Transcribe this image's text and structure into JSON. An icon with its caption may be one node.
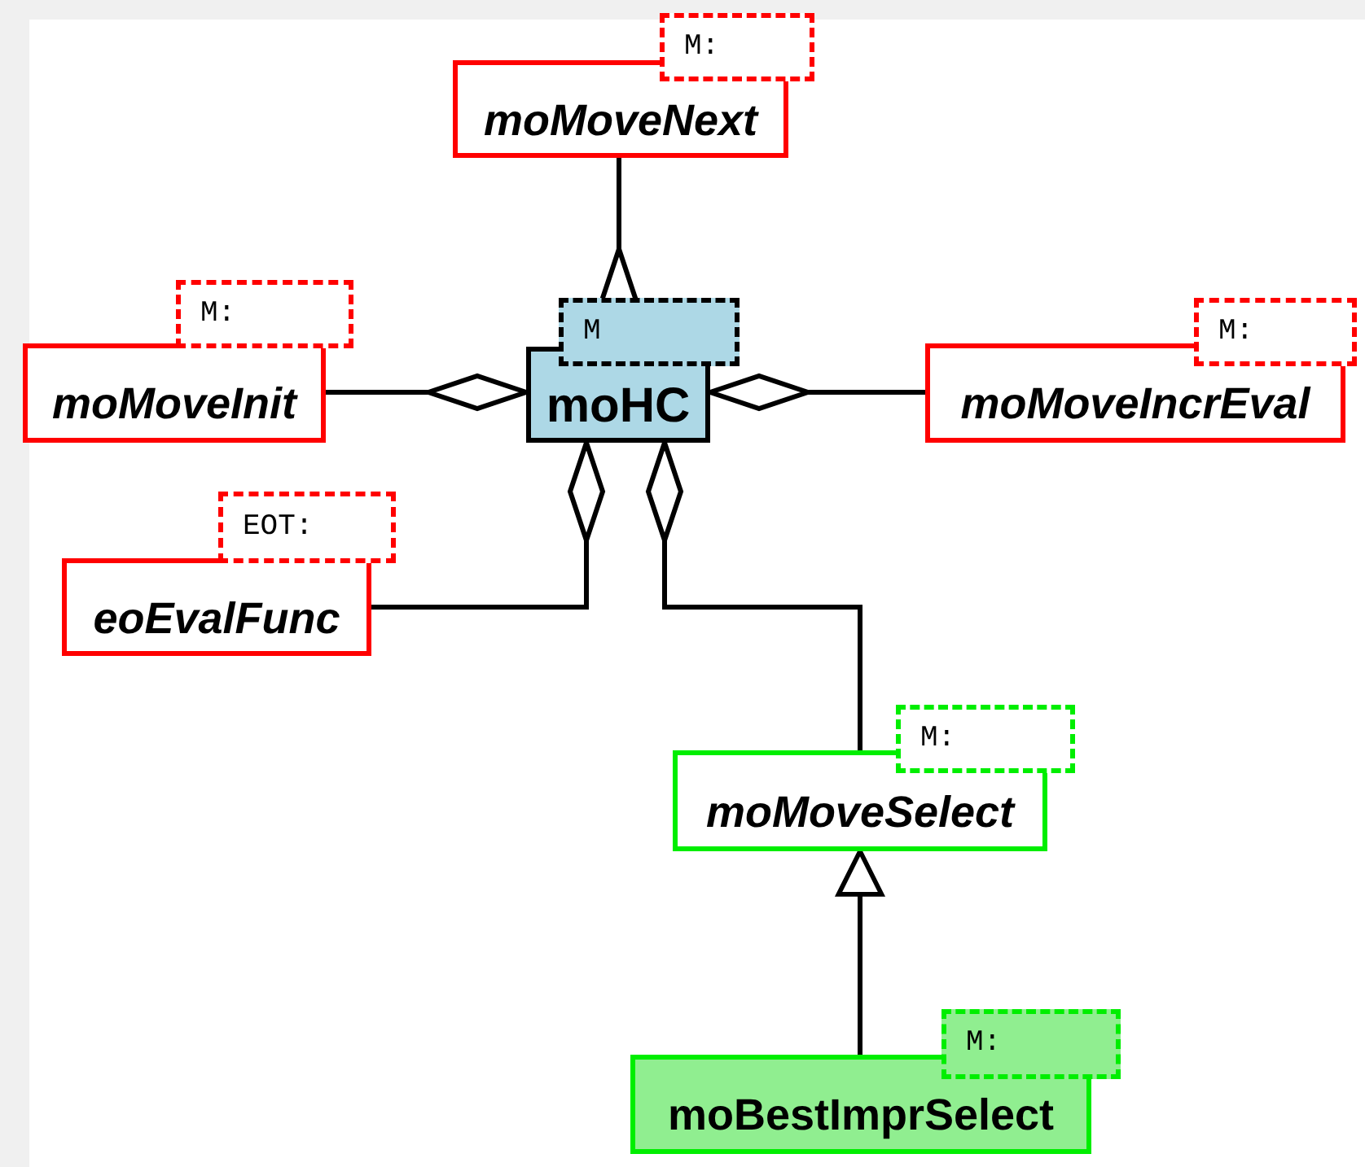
{
  "diagram": {
    "nodes": [
      {
        "text": [
          "moMoveNext"
        ],
        "beside": [
          "M:"
        ]
      },
      {
        "text": [
          "moMoveInit"
        ],
        "beside": [
          "M:"
        ]
      },
      {
        "text": [
          "moHC"
        ],
        "beside": [
          "M"
        ]
      },
      {
        "text": [
          "moMoveIncrEval"
        ],
        "beside": [
          "M:"
        ]
      },
      {
        "text": [
          "eoEvalFunc"
        ],
        "beside": [
          "EOT:"
        ]
      },
      {
        "text": [
          "moMoveSelect"
        ],
        "beside": [
          "M:"
        ]
      },
      {
        "text": [
          "moBestImprSelect"
        ],
        "beside": [
          "M:"
        ]
      }
    ],
    "edges": [
      {
        "from": 0,
        "to": 2,
        "arrow": "other"
      },
      {
        "from": 1,
        "to": 2,
        "arrow": "other"
      },
      {
        "from": 3,
        "to": 2,
        "arrow": "other"
      },
      {
        "from": 4,
        "to": 2,
        "arrow": "other"
      },
      {
        "from": 5,
        "to": 2,
        "arrow": "other"
      },
      {
        "from": 6,
        "to": 5,
        "arrow": "to"
      }
    ]
  }
}
